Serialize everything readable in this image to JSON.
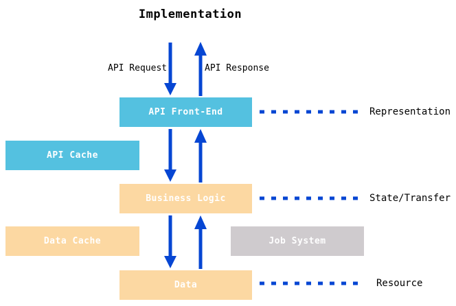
{
  "title": "Implementation",
  "flow_labels": {
    "request": "API Request",
    "response": "API Response"
  },
  "boxes": [
    {
      "id": "api-front-end",
      "label": "API Front-End",
      "color": "#54C1E0"
    },
    {
      "id": "api-cache",
      "label": "API Cache",
      "color": "#54C1E0"
    },
    {
      "id": "business-logic",
      "label": "Business Logic",
      "color": "#FCD8A2"
    },
    {
      "id": "data-cache",
      "label": "Data Cache",
      "color": "#FCD8A2"
    },
    {
      "id": "job-system",
      "label": "Job System",
      "color": "#CFCBCE"
    },
    {
      "id": "data",
      "label": "Data",
      "color": "#FCD8A2"
    }
  ],
  "layer_labels": [
    {
      "id": "representation",
      "label": "Representation"
    },
    {
      "id": "state-transfer",
      "label": "State/Transfer"
    },
    {
      "id": "resource",
      "label": "Resource"
    }
  ],
  "colors": {
    "arrow_blue": "#0646D3",
    "cyan": "#54C1E0",
    "peach": "#FCD8A2",
    "gray": "#CFCBCE",
    "box_text": "#FFFFFF",
    "label_text": "#000000"
  }
}
